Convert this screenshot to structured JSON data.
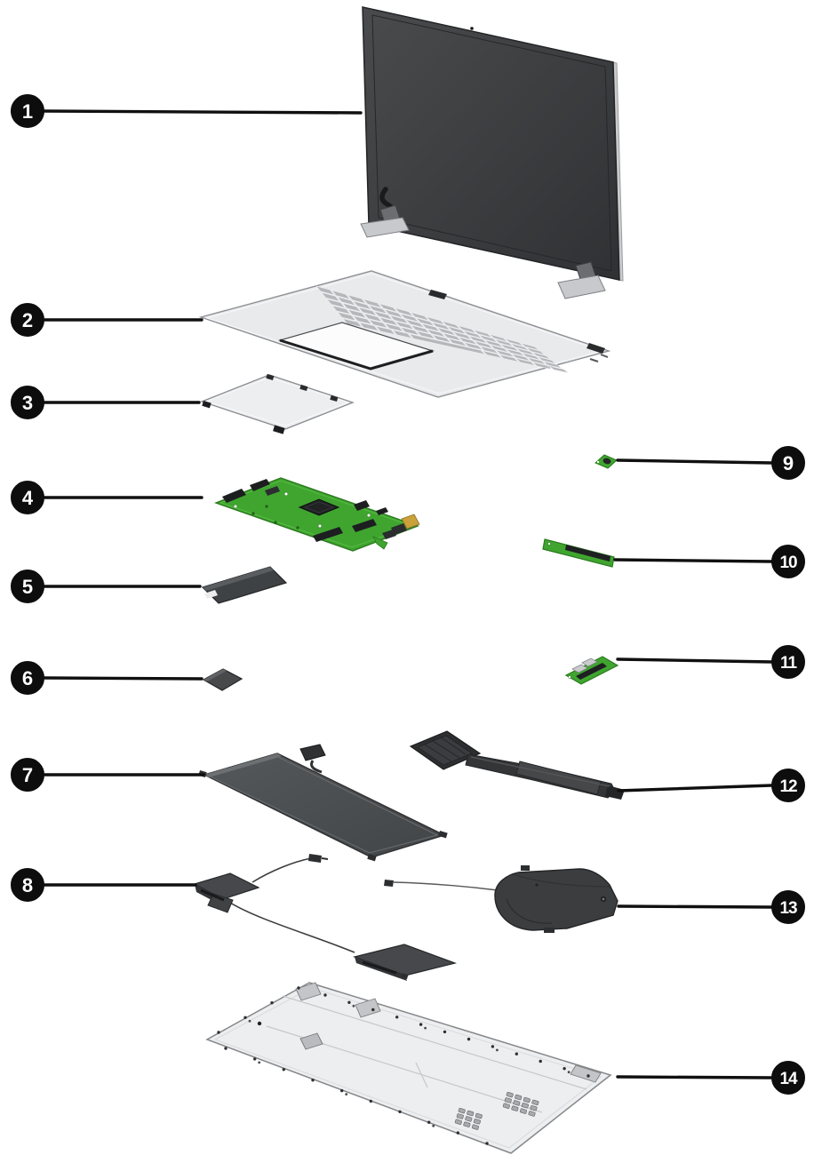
{
  "callouts": [
    {
      "number": "1"
    },
    {
      "number": "2"
    },
    {
      "number": "3"
    },
    {
      "number": "4"
    },
    {
      "number": "5"
    },
    {
      "number": "6"
    },
    {
      "number": "7"
    },
    {
      "number": "8"
    },
    {
      "number": "9"
    },
    {
      "number": "10"
    },
    {
      "number": "11"
    },
    {
      "number": "12"
    },
    {
      "number": "13"
    },
    {
      "number": "14"
    }
  ],
  "colors": {
    "background": "#ffffff",
    "callout_circle": "#0d0d0d",
    "callout_number": "#ffffff",
    "leader_line": "#101010",
    "pcb_green": "#3fa52f",
    "display_panel_dark": "#3d3e40",
    "dark_part_gray": "#46484b",
    "chassis_light_gray": "#eceef0",
    "hinge_silver": "#c7c9cd"
  }
}
